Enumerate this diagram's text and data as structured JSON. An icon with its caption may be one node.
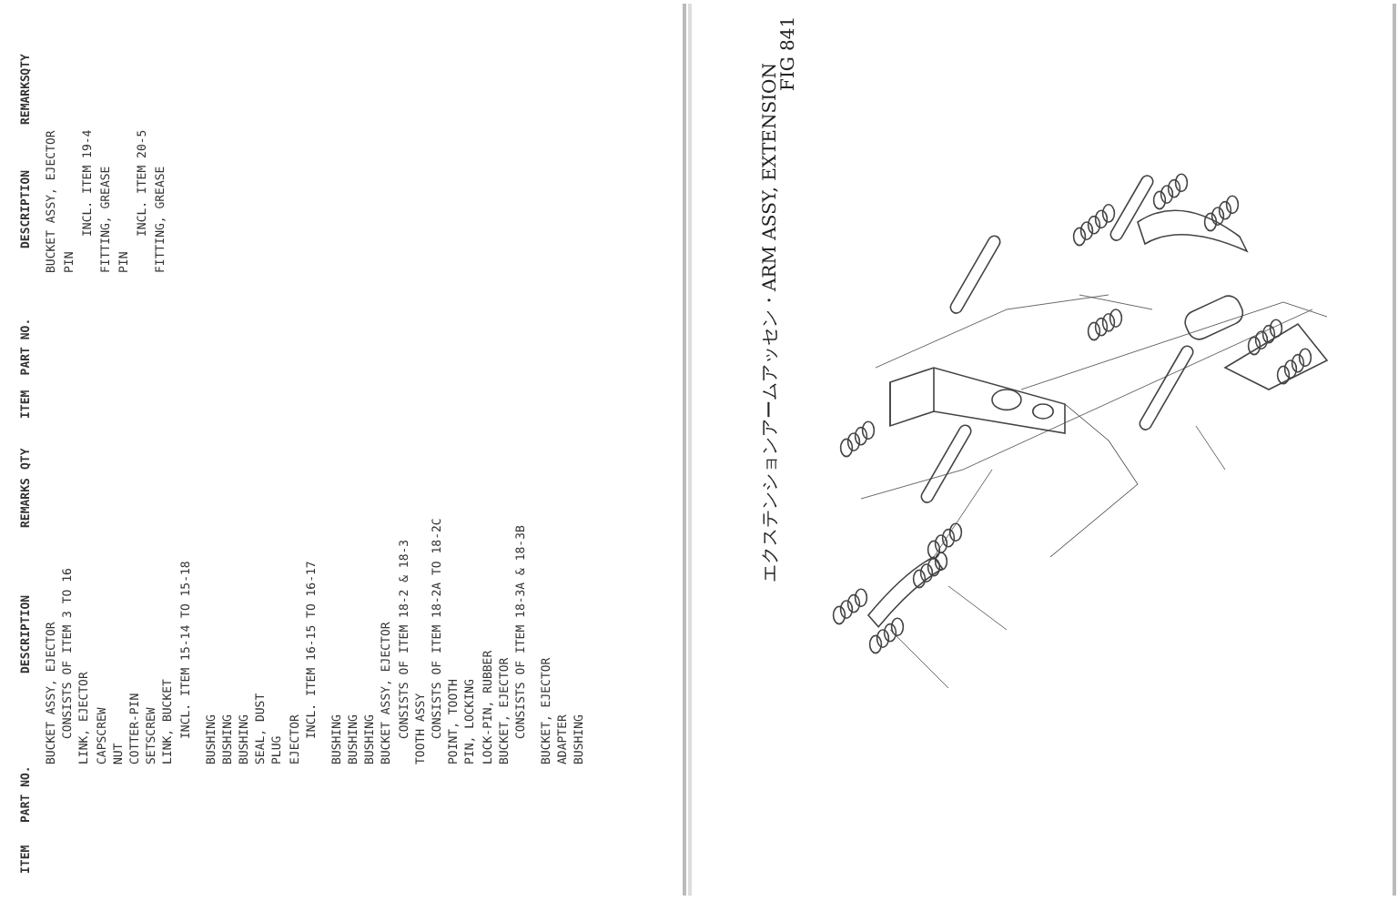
{
  "diagram": {
    "title": "エクステンションアームアッセン・ARM ASSY, EXTENSION",
    "labels": [
      "ITEM",
      "PART NO.",
      "DESCRIPTION",
      "REMARKS",
      "QTY",
      "BUCKET ASSY, EJECTOR",
      "CONSISTS OF ITEM 3 TO 16",
      "LINK, EJECTOR",
      "CAPSCREW",
      "NUT",
      "COTTER-PIN",
      "SETSCREW",
      "LINK, BUCKET",
      "INCL. ITEM 15-14 TO 15-18",
      "BUSHING",
      "BUSHING",
      "BUSHING",
      "SEAL, DUST",
      "PLUG",
      "EJECTOR",
      "INCL. ITEM 16-15 TO 16-17",
      "BUSHING",
      "BUSHING",
      "BUSHING",
      "BUCKET ASSY, EJECTOR",
      "CONSISTS OF ITEM 18-2 & 18-3",
      "TOOTH ASSY",
      "CONSISTS OF ITEM 18-2A TO 18-2C",
      "POINT, TOOTH",
      "PIN, LOCKING",
      "LOCK-PIN, RUBBER",
      "BUCKET, EJECTOR",
      "CONSISTS OF ITEM 18-3A & 18-3B",
      "BUCKET, EJECTOR",
      "ADAPTER",
      "BUSHING",
      "ITEM",
      "PART NO.",
      "DESCRIPTION",
      "REMARKS",
      "QTY",
      "BUCKET ASSY, EJECTOR",
      "PIN",
      "INCL. ITEM 19-4",
      "FITTING, GREASE",
      "PIN",
      "INCL. ITEM 20-5",
      "FITTING, GREASE",
      "FIG 841"
    ]
  }
}
